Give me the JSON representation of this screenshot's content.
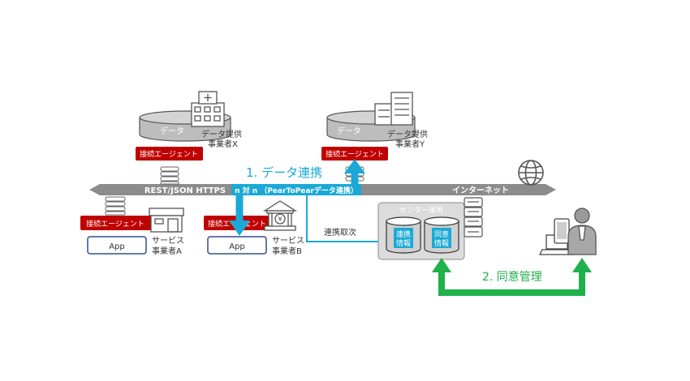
{
  "backbone": {
    "protocol_label": "REST/JSON HTTPS",
    "network_label": "インターネット",
    "mode_label": "n 対 n （PearToPearデータ連携）"
  },
  "flows": {
    "data_link_label": "1. データ連携",
    "consent_label": "2. 同意管理",
    "center_link_label": "連携取次"
  },
  "agent_label": "接続エージェント",
  "app_label": "App",
  "provider_x": {
    "db_label": "データ",
    "name_line1": "データ提供",
    "name_line2": "事業者X"
  },
  "provider_y": {
    "db_label": "データ",
    "name_line1": "データ提供",
    "name_line2": "事業者Y"
  },
  "service_a": {
    "name_line1": "サービス",
    "name_line2": "事業者A"
  },
  "service_b": {
    "name_line1": "サービス",
    "name_line2": "事業者B"
  },
  "center": {
    "title": "センター運用",
    "db1_line1": "連携",
    "db1_line2": "情報",
    "db2_line1": "同意",
    "db2_line2": "情報"
  },
  "colors": {
    "agent_red": "#c00000",
    "backbone_gray": "#8c8c8c",
    "flow_blue": "#1aa9d6",
    "consent_green": "#1fb14b",
    "app_border": "#2e4d8f"
  }
}
